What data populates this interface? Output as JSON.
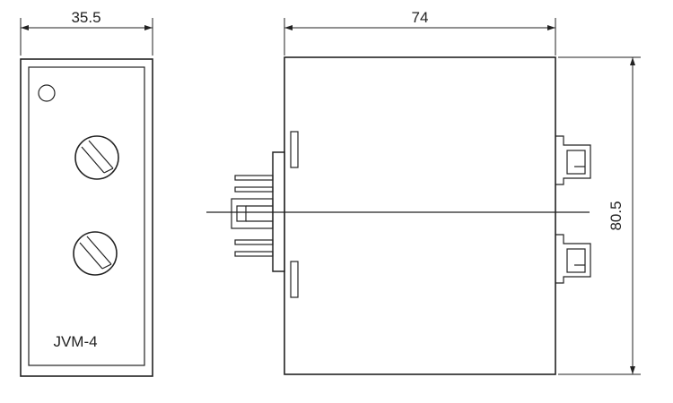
{
  "dimensions": {
    "front_width": "35.5",
    "side_width": "74",
    "height": "80.5"
  },
  "front_view": {
    "model_label": "JVM-4"
  }
}
